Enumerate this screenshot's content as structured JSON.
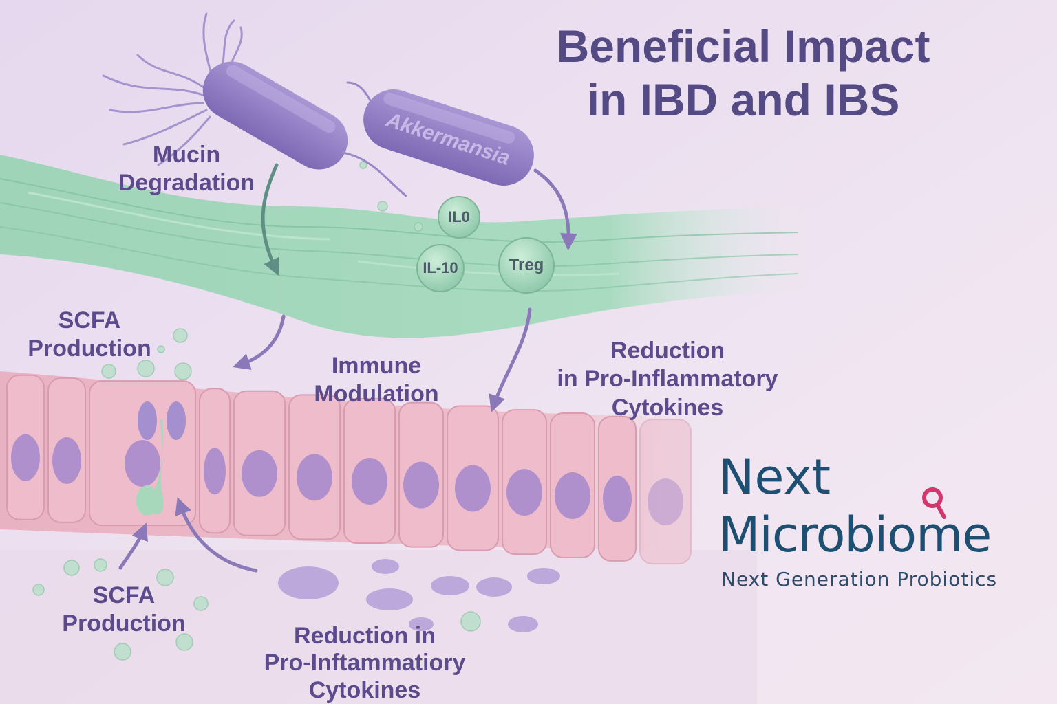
{
  "title": {
    "line1": "Beneficial Impact",
    "line2": "in IBD and IBS"
  },
  "bacterium_label": "Akkermansia",
  "labels": {
    "mucin_degradation": [
      "Mucin",
      "Degradation"
    ],
    "scfa_top": [
      "SCFA",
      "Production"
    ],
    "scfa_bottom": [
      "SCFA",
      "Production"
    ],
    "immune_modulation": [
      "Immune",
      "Modulation"
    ],
    "reduction_right": [
      "Reduction",
      "in Pro-Inflammatory",
      "Cytokines"
    ],
    "reduction_bottom": [
      "Reduction in",
      "Pro-Inftammatiory",
      "Cytokines"
    ]
  },
  "molecules": {
    "il0": "IL0",
    "il10": "IL-10",
    "treg": "Treg"
  },
  "logo": {
    "line1": "Next",
    "line2": "Microbiome",
    "tagline": "Next Generation Probiotics"
  },
  "colors": {
    "title": "#544a84",
    "label": "#5b4a8c",
    "bacteria": "#8f7cc4",
    "mucus_layer": "#a8d8bc",
    "epithelium": "#eab6c4",
    "nucleus": "#a98bcc",
    "logo_blue": "#1d4f73",
    "logo_pink": "#d2386c"
  }
}
